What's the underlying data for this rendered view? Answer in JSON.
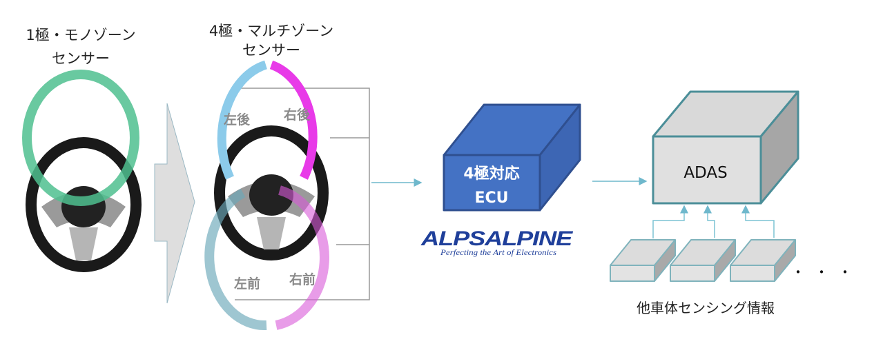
{
  "mono_sensor": {
    "line1": "1極・モノゾーン",
    "line2": "センサー"
  },
  "multi_sensor": {
    "line1": "4極・マルチゾーン",
    "line2": "センサー"
  },
  "zones": {
    "rear_left": "左後",
    "rear_right": "右後",
    "front_left": "左前",
    "front_right": "右前"
  },
  "ecu": {
    "line1": "4極対応",
    "line2": "ECU"
  },
  "logo": {
    "name": "ALPSALPINE",
    "tagline": "Perfecting the Art of Electronics"
  },
  "adas": {
    "label": "ADAS"
  },
  "other_sensing": {
    "caption": "他車体センシング情報",
    "ellipsis": "・・・"
  },
  "colors": {
    "mono": "#4fbf8f",
    "rear_left": "#8ccbea",
    "rear_right": "#e83ae8",
    "front_left": "#8fc0cc",
    "front_right": "#e88ae8",
    "ecu": "#4472c4",
    "connector": "#7cc4d4"
  }
}
